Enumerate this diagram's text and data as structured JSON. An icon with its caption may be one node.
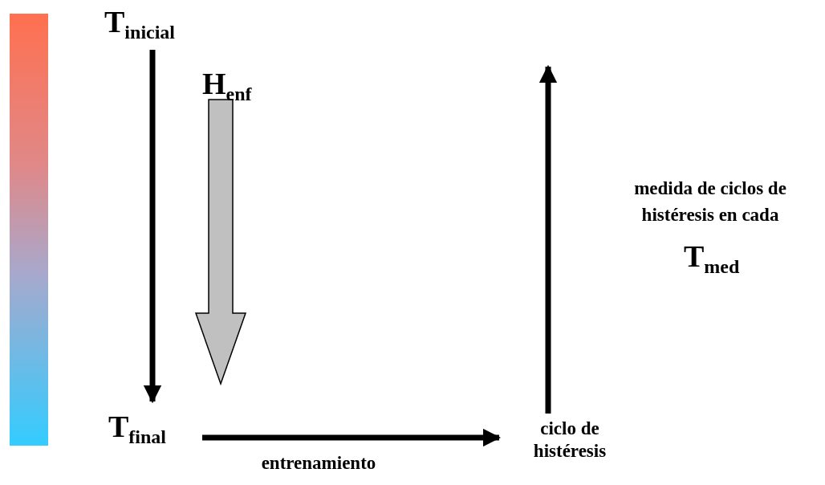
{
  "diagram": {
    "nodes": [
      {
        "text": [
          "T$_{inicial}$"
        ]
      },
      {
        "text": [
          "T$_{final}$"
        ]
      },
      {
        "text": [
          "H$_{enf}$"
        ]
      },
      {
        "text": [
          "ciclo de histéresis"
        ]
      },
      {
        "text": [],
        "shape": "bar"
      }
    ],
    "edges": [
      {
        "from": 0,
        "to": 1,
        "arrow": "to"
      },
      {
        "from": 2,
        "to": null,
        "arrow": "to",
        "style": "thick",
        "color": "#c0c0c0"
      },
      {
        "from": 1,
        "to": 3,
        "arrow": "to",
        "label": "entrenamiento"
      },
      {
        "from": 3,
        "to": null,
        "arrow": "to"
      }
    ],
    "labels": [
      "medida de ciclos de histéresis en cada",
      "T$_{med}$"
    ]
  }
}
